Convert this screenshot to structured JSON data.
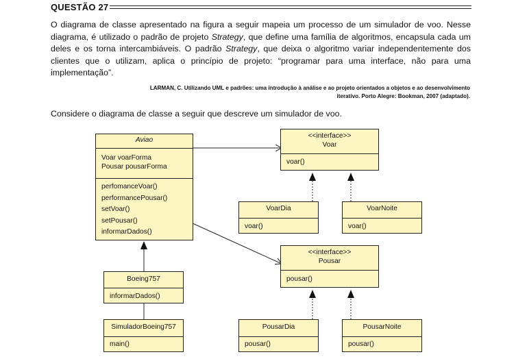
{
  "question": {
    "title": "QUESTÃO 27"
  },
  "paragraph": {
    "p1": "O diagrama de classe apresentado na figura a seguir mapeia um processo de um simulador de voo. Nesse diagrama, é utilizado o padrão de projeto ",
    "em1": "Strategy",
    "p2": ", que define uma família de algoritmos, encapsula cada um deles e os torna intercambiáveis. O padrão ",
    "em2": "Strategy",
    "p3": ", que deixa o algoritmo variar independentemente dos clientes que o utilizam, aplica o princípio de projeto: “programar para uma interface, não para uma implementação”."
  },
  "reference": {
    "author": "LARMAN, C. ",
    "title": "Utilizando UML e padrões",
    "rest": ": uma introdução à análise e ao projeto orientados a objetos e ao desenvolvimento iterativo. Porto Alegre: Bookman, 2007 (adaptado)."
  },
  "consider": "Considere o diagrama de classe a seguir que descreve um simulador de voo.",
  "diagram": {
    "aviao": {
      "name": "Aviao",
      "attributes": [
        "Voar voarForma",
        "Pousar pousarForma"
      ],
      "methods": [
        "perfomanceVoar()",
        "performancePousar()",
        "setVoar()",
        "setPousar()",
        "informarDados()"
      ]
    },
    "voar": {
      "stereotype": "<<interface>>",
      "name": "Voar",
      "methods": [
        "voar()"
      ]
    },
    "voar_dia": {
      "name": "VoarDia",
      "methods": [
        "voar()"
      ]
    },
    "voar_noite": {
      "name": "VoarNoite",
      "methods": [
        "voar()"
      ]
    },
    "pousar": {
      "stereotype": "<<interface>>",
      "name": "Pousar",
      "methods": [
        "pousar()"
      ]
    },
    "pousar_dia": {
      "name": "PousarDia",
      "methods": [
        "pousar()"
      ]
    },
    "pousar_noite": {
      "name": "PousarNoite",
      "methods": [
        "pousar()"
      ]
    },
    "boeing": {
      "name": "Boeing757",
      "methods": [
        "informarDados()"
      ]
    },
    "simulador": {
      "name": "SimuladorBoeing757",
      "methods": [
        "main()"
      ]
    }
  }
}
